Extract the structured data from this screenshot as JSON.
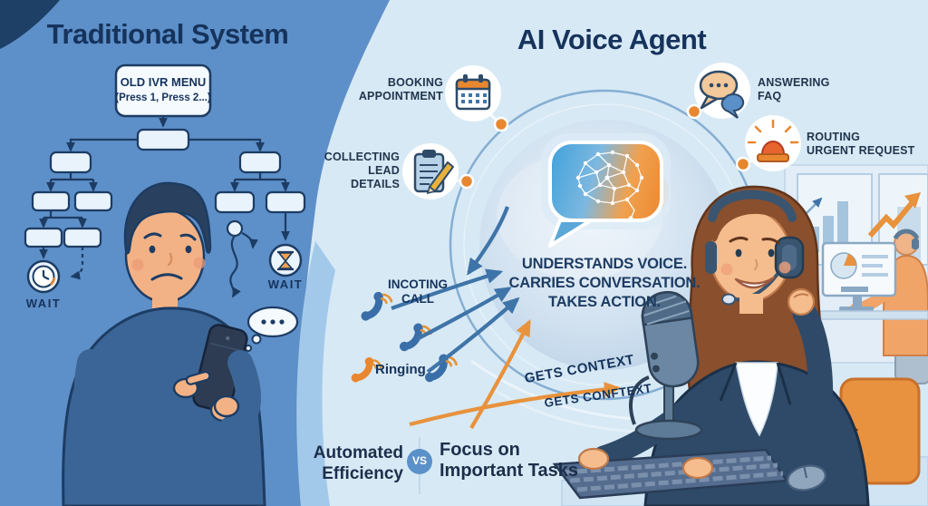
{
  "left_panel": {
    "title": "Traditional System",
    "ivr_title": "OLD IVR MENU",
    "ivr_subtitle": "(Press 1, Press 2...)",
    "wait_left": "WAIT",
    "wait_right": "WAIT"
  },
  "right_panel": {
    "title": "AI Voice Agent",
    "features": [
      {
        "icon": "calendar-icon",
        "lines": [
          "BOOKING",
          "APPOINTMENT"
        ]
      },
      {
        "icon": "chat-bubbles-icon",
        "lines": [
          "ANSWERING",
          "FAQ"
        ]
      },
      {
        "icon": "clipboard-pencil-icon",
        "lines": [
          "COLLECTING",
          "LEAD",
          "DETAILS"
        ]
      },
      {
        "icon": "siren-icon",
        "lines": [
          "ROUTING",
          "URGENT REQUEST"
        ]
      }
    ],
    "bubble_caption_lines": [
      "UNDERSTANDS VOICE.",
      "CARRIES CONVERSATION.",
      "TAKES ACTION."
    ],
    "incoming_call_lines": [
      "INCOTING",
      "CALL"
    ],
    "ringing": "Ringing",
    "gets_context": "GETS CONTEXT",
    "gets_context_2": "GETS CONFTEXT"
  },
  "footer": {
    "left_lines": [
      "Automated",
      "Efficiency"
    ],
    "vs": "VS",
    "right_lines": [
      "Focus on",
      "Important Tasks"
    ]
  },
  "colors": {
    "left_bg": "#5d8fc8",
    "right_bg": "#d7e9f5",
    "navy": "#16335c",
    "accent_orange": "#e8872f",
    "arrow_blue": "#3f74a8",
    "bubble_blue": "#49a5dc",
    "bubble_orange": "#ee8d35"
  }
}
